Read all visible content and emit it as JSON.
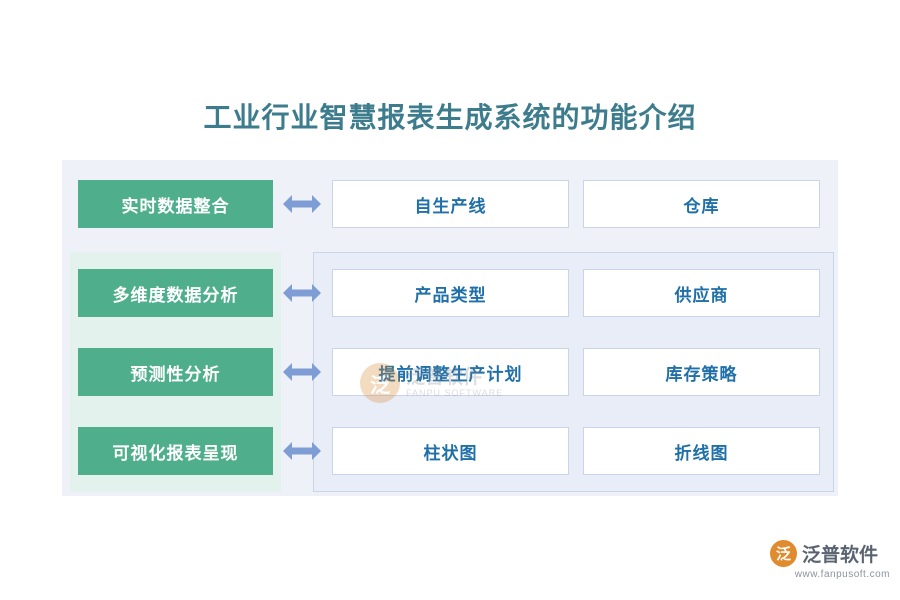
{
  "title": "工业行业智慧报表生成系统的功能介绍",
  "rows": [
    {
      "label": "实时数据整合",
      "arrow": "double-arrow-icon",
      "cards": [
        "自生产线",
        "仓库"
      ]
    },
    {
      "label": "多维度数据分析",
      "arrow": "double-arrow-icon",
      "cards": [
        "产品类型",
        "供应商"
      ]
    },
    {
      "label": "预测性分析",
      "arrow": "double-arrow-icon",
      "cards": [
        "提前调整生产计划",
        "库存策略"
      ]
    },
    {
      "label": "可视化报表呈现",
      "arrow": "double-arrow-icon",
      "cards": [
        "柱状图",
        "折线图"
      ]
    }
  ],
  "watermark": {
    "mark": "泛",
    "name": "泛普软件",
    "sub": "FANPU SOFTWARE"
  },
  "logo": {
    "mark": "泛",
    "name": "泛普软件",
    "url": "www.fanpusoft.com"
  },
  "colors": {
    "title": "#3d7c8c",
    "green": "#4fae8b",
    "panel": "#eef2f8",
    "card_text": "#1f6fa8",
    "arrow": "#7e9dd4",
    "logo_orange": "#e08b2e"
  }
}
